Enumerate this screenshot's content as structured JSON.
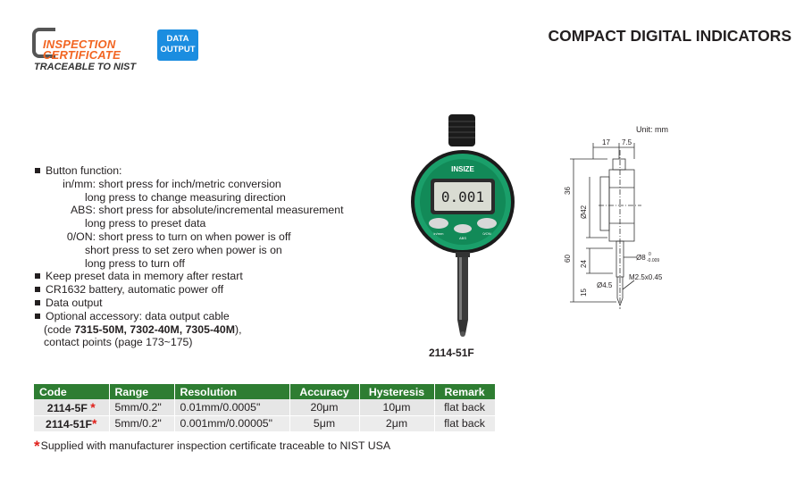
{
  "header": {
    "cert_line1": "INSPECTION",
    "cert_line2": "CERTIFICATE",
    "cert_sub": "TRACEABLE TO NIST",
    "badge_line1": "DATA",
    "badge_line2": "OUTPUT",
    "title": "COMPACT DIGITAL INDICATORS"
  },
  "features": {
    "button_heading": "Button function:",
    "buttons": [
      {
        "key": "in/mm:",
        "lines": [
          "short press for inch/metric conversion",
          "long press to change measuring direction"
        ]
      },
      {
        "key": "ABS:",
        "lines": [
          "short press for absolute/incremental measurement",
          "long press to preset data"
        ]
      },
      {
        "key": "0/ON:",
        "lines": [
          "short press to turn on when power is off",
          "short press to set zero when power is on",
          "long press to turn off"
        ]
      }
    ],
    "items": [
      "Keep preset data in memory after restart",
      "CR1632 battery, automatic power off",
      "Data output"
    ],
    "accessory": {
      "line1": "Optional accessory: data output cable",
      "line2_prefix": "(code ",
      "line2_codes": "7315-50M, 7302-40M, 7305-40M",
      "line2_suffix": "),",
      "line3": "contact points (page 173~175)"
    }
  },
  "product": {
    "brand": "INSIZE",
    "display": "0.001",
    "btn_left": "in/mm",
    "btn_center": "ABS",
    "btn_right": "0/ON",
    "caption": "2114-51F",
    "colors": {
      "body": "#1a9f6a",
      "frame": "#1b1b1b"
    }
  },
  "dimensions": {
    "unit": "Unit: mm",
    "d17": "17",
    "d75": "7.5",
    "d36": "36",
    "d42": "Ø42",
    "d60": "60",
    "d24": "24",
    "d15": "15",
    "d8": "Ø8",
    "d8tol_top": "0",
    "d8tol_bot": "-0.009",
    "d45": "Ø4.5",
    "m25": "M2.5x0.45"
  },
  "table": {
    "headers": [
      "Code",
      "Range",
      "Resolution",
      "Accuracy",
      "Hysteresis",
      "Remark"
    ],
    "rows": [
      {
        "code": "2114-5F",
        "range": "5mm/0.2\"",
        "resolution": "0.01mm/0.0005\"",
        "accuracy": "20μm",
        "hysteresis": "10μm",
        "remark": "flat back"
      },
      {
        "code": "2114-51F",
        "range": "5mm/0.2\"",
        "resolution": "0.001mm/0.00005\"",
        "accuracy": "5μm",
        "hysteresis": "2μm",
        "remark": "flat back"
      }
    ],
    "star": "*"
  },
  "footnote": {
    "star": "*",
    "text": "Supplied with manufacturer inspection certificate traceable to NIST USA"
  },
  "colors": {
    "accent_green": "#2e7d32",
    "badge_blue": "#1b8de0",
    "cert_orange": "#f26522",
    "star_red": "#e0201b"
  }
}
